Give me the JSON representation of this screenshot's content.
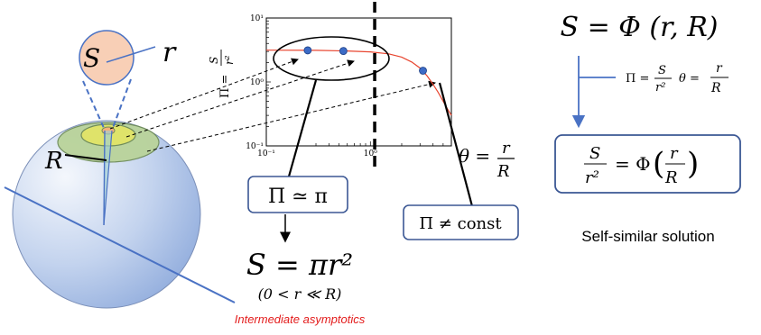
{
  "colors": {
    "sphere": "#a9bfe3",
    "circle_small": "#f8cfb6",
    "ring_green": "#b9d39a",
    "ring_yellow": "#dfe36a",
    "blue_line": "#4a72c4",
    "red_curve": "#e8452f",
    "dot": "#3c6bc6",
    "box_border": "#3b5794",
    "annotation_red": "#e31b1b"
  },
  "labels": {
    "S": "S",
    "r": "r",
    "R": "R",
    "plot_ylabel": "Π = S/r²",
    "theta_lhs": "θ =",
    "theta_num": "r",
    "theta_den": "R",
    "pi_approx": "Π ≃ π",
    "pi_neq": "Π ≠ const",
    "area_formula": "S = πr²",
    "area_condition": "(0 < r ≪ R)",
    "intermediate": "Intermediate asymptotics",
    "top_formula": "S = Φ (r, R)",
    "pi_def_lhs": "Π =",
    "pi_def_num": "S",
    "pi_def_den": "r²",
    "theta_def_lhs": "θ =",
    "theta_def_num": "r",
    "theta_def_den": "R",
    "ss_lhs_num": "S",
    "ss_lhs_den": "r²",
    "ss_rhs": "= Φ",
    "ss_num": "r",
    "ss_den": "R",
    "self_similar": "Self-similar solution"
  },
  "chart_data": {
    "type": "line",
    "xscale": "log",
    "yscale": "log",
    "xlim": [
      0.1,
      6
    ],
    "ylim": [
      0.1,
      10
    ],
    "x_ticks": [
      {
        "value": 0.1,
        "label": "10⁻¹"
      },
      {
        "value": 1,
        "label": "10⁰"
      }
    ],
    "y_ticks": [
      {
        "value": 0.1,
        "label": "10⁻¹"
      },
      {
        "value": 1,
        "label": "10⁰"
      },
      {
        "value": 10,
        "label": "10¹"
      }
    ],
    "ylabel": "S/r²",
    "xlabel": "θ = r/R",
    "divider_x": 1.1,
    "series": [
      {
        "x": [
          0.1,
          0.3,
          0.6,
          1.0,
          1.5,
          2.0,
          2.5,
          3.0,
          3.5,
          4.0,
          4.5,
          5.0,
          5.5,
          6.0
        ],
        "y": [
          3.14,
          3.12,
          3.05,
          2.95,
          2.75,
          2.45,
          2.05,
          1.65,
          1.25,
          0.92,
          0.68,
          0.5,
          0.38,
          0.3
        ]
      }
    ],
    "points": [
      {
        "x": 0.25,
        "y": 3.12
      },
      {
        "x": 0.55,
        "y": 3.05
      },
      {
        "x": 3.2,
        "y": 1.5
      }
    ]
  }
}
